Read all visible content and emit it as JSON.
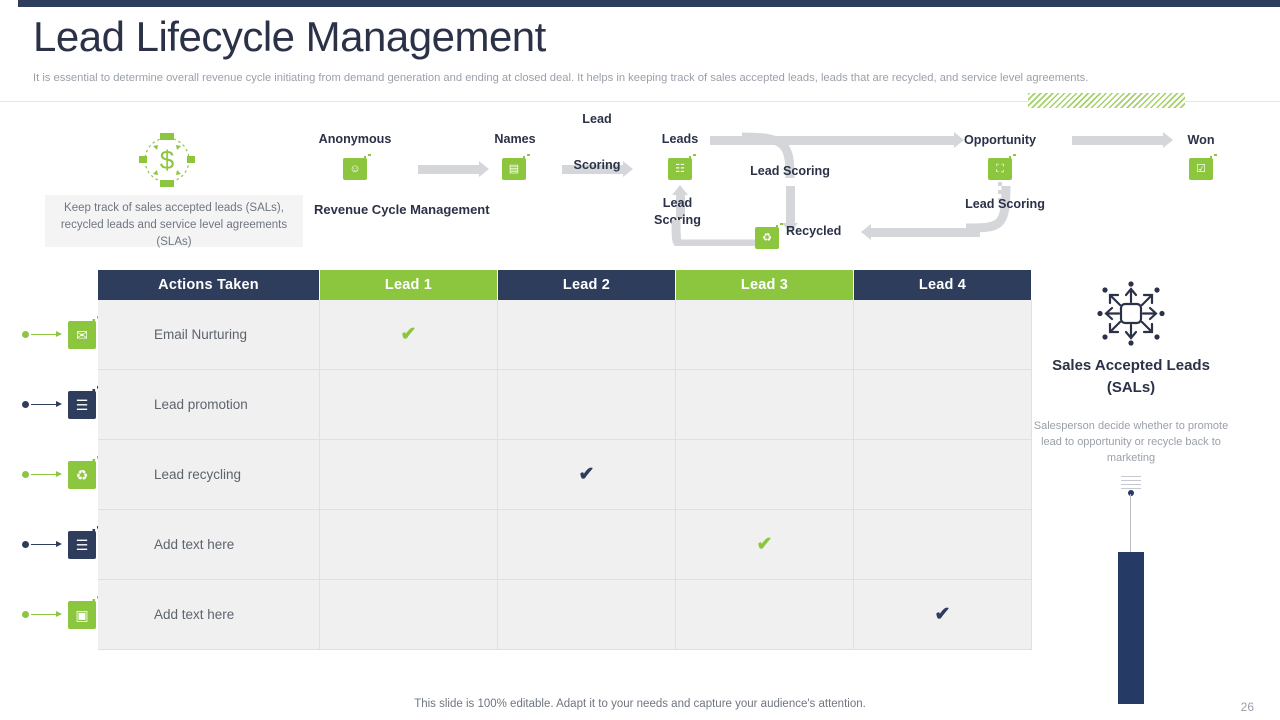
{
  "header": {
    "title": "Lead Lifecycle Management",
    "subtitle": "It is essential to determine overall revenue cycle initiating from demand generation and ending at closed deal. It helps in keeping track of sales accepted leads, leads that are recycled, and service level agreements."
  },
  "left_block": {
    "icon_name": "revenue-cycle-dollar-icon",
    "description": "Keep track of sales accepted leads (SALs), recycled leads and service level agreements (SLAs)"
  },
  "flow": {
    "caption": "Revenue Cycle Management",
    "nodes": [
      {
        "label": "Anonymous",
        "icon": "anonymous-user-icon"
      },
      {
        "label": "Names",
        "icon": "contact-card-icon"
      },
      {
        "label": "Leads",
        "icon": "leads-list-icon"
      },
      {
        "label": "Recycled",
        "icon": "recycle-icon"
      },
      {
        "label": "Opportunity",
        "icon": "opportunity-icon"
      },
      {
        "label": "Won",
        "icon": "won-deal-icon"
      }
    ],
    "connector_labels": {
      "names_to_leads_1": "Lead",
      "names_to_leads_2": "Scoring",
      "leads_to_recycled": "Lead Scoring",
      "recycled_to_leads_1": "Lead",
      "recycled_to_leads_2": "Scoring",
      "opportunity_down": "Lead Scoring"
    }
  },
  "table": {
    "columns": [
      {
        "label": "Actions Taken",
        "style": "navy"
      },
      {
        "label": "Lead 1",
        "style": "green"
      },
      {
        "label": "Lead 2",
        "style": "navy"
      },
      {
        "label": "Lead 3",
        "style": "green"
      },
      {
        "label": "Lead 4",
        "style": "navy"
      }
    ],
    "rows": [
      {
        "action": "Email Nurturing",
        "icon": "email-nurturing-icon",
        "marker": "green",
        "checks": [
          "green",
          "",
          "",
          ""
        ]
      },
      {
        "action": "Lead promotion",
        "icon": "lead-promotion-icon",
        "marker": "navy",
        "checks": [
          "",
          "",
          "",
          ""
        ]
      },
      {
        "action": "Lead recycling",
        "icon": "lead-recycling-icon",
        "marker": "green",
        "checks": [
          "",
          "navy",
          "",
          ""
        ]
      },
      {
        "action": "Add text here",
        "icon": "document-icon",
        "marker": "navy",
        "checks": [
          "",
          "",
          "green",
          ""
        ]
      },
      {
        "action": "Add text here",
        "icon": "presentation-icon",
        "marker": "green",
        "checks": [
          "",
          "",
          "",
          "navy"
        ]
      }
    ],
    "check_glyph": "✔"
  },
  "right_panel": {
    "icon_name": "network-hub-icon",
    "title": "Sales Accepted Leads (SALs)",
    "description": "Salesperson decide whether to promote lead to opportunity or recycle back to marketing"
  },
  "footer": {
    "note": "This slide is 100% editable. Adapt it to your needs and capture your audience's attention.",
    "page_number": "26"
  },
  "colors": {
    "navy": "#2e3d5c",
    "green": "#8cc63f",
    "arrow_grey": "#d4d6d9",
    "row_bg": "#f0f0f1",
    "muted_text": "#9aa0ab"
  }
}
